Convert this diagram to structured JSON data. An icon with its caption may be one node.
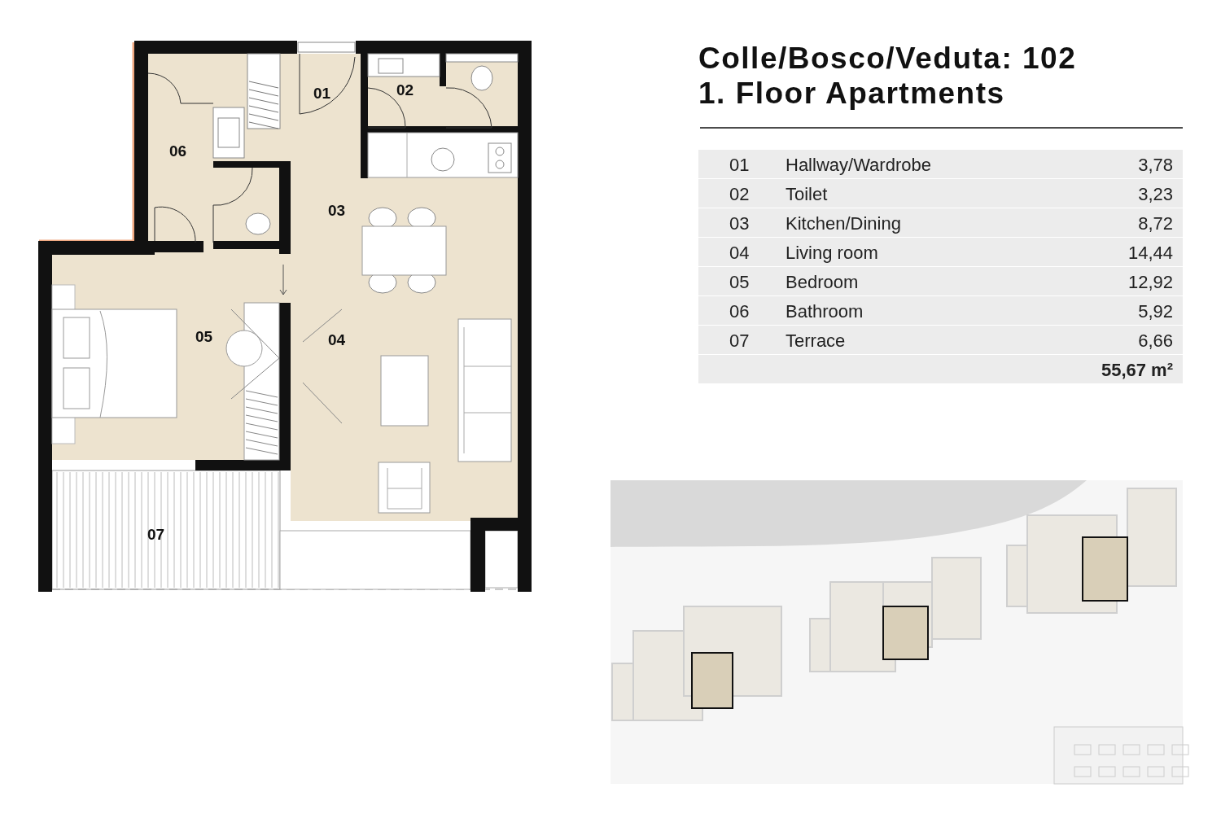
{
  "diagram": {
    "title": "Colle/Bosco/Veduta: 102 1. Floor Apartments",
    "labels": [
      "01",
      "02",
      "06",
      "03",
      "05",
      "04",
      "07",
      "01",
      "Hallway/Wardrobe",
      "3,78",
      "02",
      "Toilet",
      "3,23",
      "03",
      "Kitchen/Dining",
      "8,72",
      "04",
      "Living room",
      "14,44",
      "05",
      "Bedroom",
      "12,92",
      "06",
      "Bathroom",
      "5,92",
      "07",
      "Terrace",
      "6,66",
      "55,67 m²"
    ]
  }
}
